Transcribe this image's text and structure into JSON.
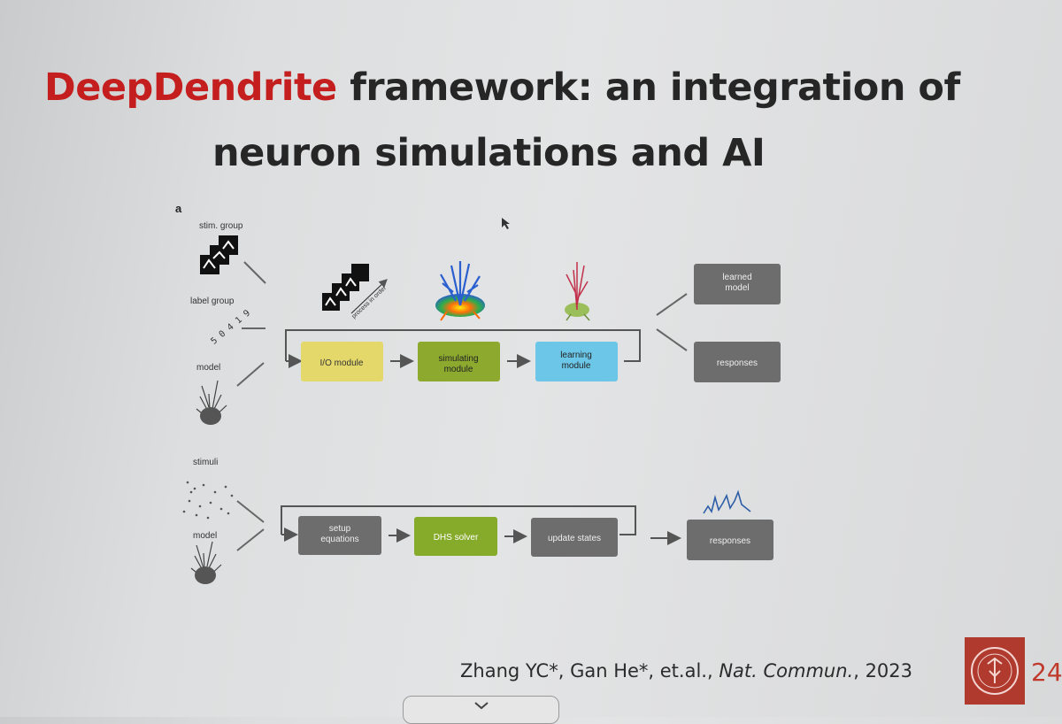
{
  "title": {
    "accent": "DeepDendrite",
    "rest_line1": " framework: an integration of",
    "line2": "neuron simulations and AI"
  },
  "figure": {
    "panel_label": "a",
    "top": {
      "inputs": [
        "stim. group",
        "label group",
        "model"
      ],
      "arrow_caption": "process in order",
      "modules": [
        "I/O module",
        "simulating module",
        "learning module"
      ],
      "outputs": [
        "learned model",
        "responses"
      ]
    },
    "bottom": {
      "inputs": [
        "stimuli",
        "model"
      ],
      "steps": [
        "setup equations",
        "DHS solver",
        "update states"
      ],
      "output": "responses"
    },
    "colors": {
      "io_module": "#e5d86a",
      "simulating_module": "#8daa2f",
      "learning_module": "#6bc6e8",
      "gray_box": "#6d6d6d",
      "dhs_solver": "#86aa2a"
    }
  },
  "citation": {
    "authors": "Zhang YC*, Gan He*, et.al., ",
    "journal": "Nat. Commun.",
    "year": ", 2023"
  },
  "page_number": "24",
  "icons": [
    "neuron-icon",
    "digit-sequence-icon",
    "stimulus-stack-icon",
    "response-trace-icon",
    "university-logo-icon",
    "chevron-down-icon",
    "cursor-icon"
  ]
}
